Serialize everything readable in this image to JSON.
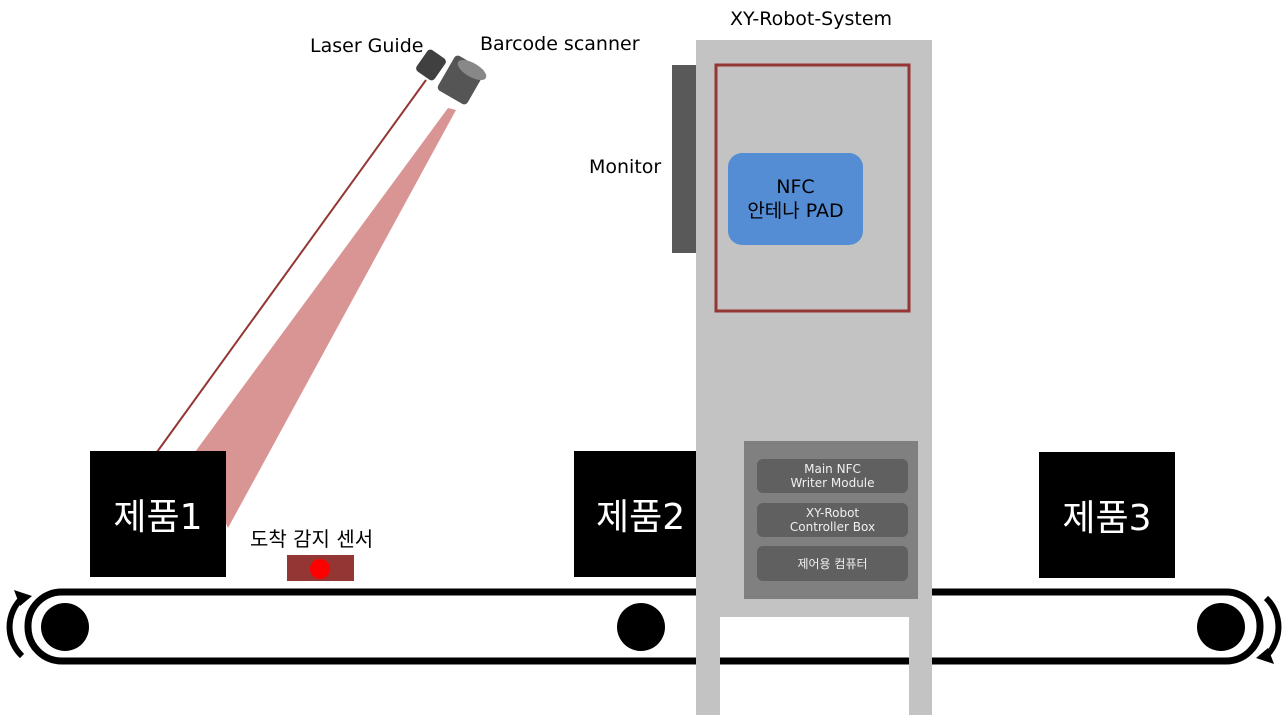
{
  "labels": {
    "system_title": "XY-Robot-System",
    "laser_guide": "Laser Guide",
    "barcode_scanner": "Barcode scanner",
    "monitor": "Monitor",
    "nfc_line1": "NFC",
    "nfc_line2": "안테나 PAD",
    "arrival_sensor": "도착 감지 센서"
  },
  "products": [
    "제품1",
    "제품2",
    "제품3"
  ],
  "modules": [
    {
      "line1": "Main NFC",
      "line2": "Writer Module"
    },
    {
      "line1": "XY-Robot",
      "line2": "Controller Box"
    },
    {
      "line1": "제어용 컴퓨터",
      "line2": ""
    }
  ],
  "colors": {
    "frame": "#c3c3c3",
    "monitor": "#595959",
    "nfc_zone_border": "#943634",
    "nfc_pad": "#548dd4",
    "control_panel": "#808080",
    "module": "#606060",
    "laser_beam": "#d99594",
    "laser_line": "#943634",
    "sensor": "#943634",
    "sensor_light": "#ff0000",
    "product": "#000000"
  }
}
